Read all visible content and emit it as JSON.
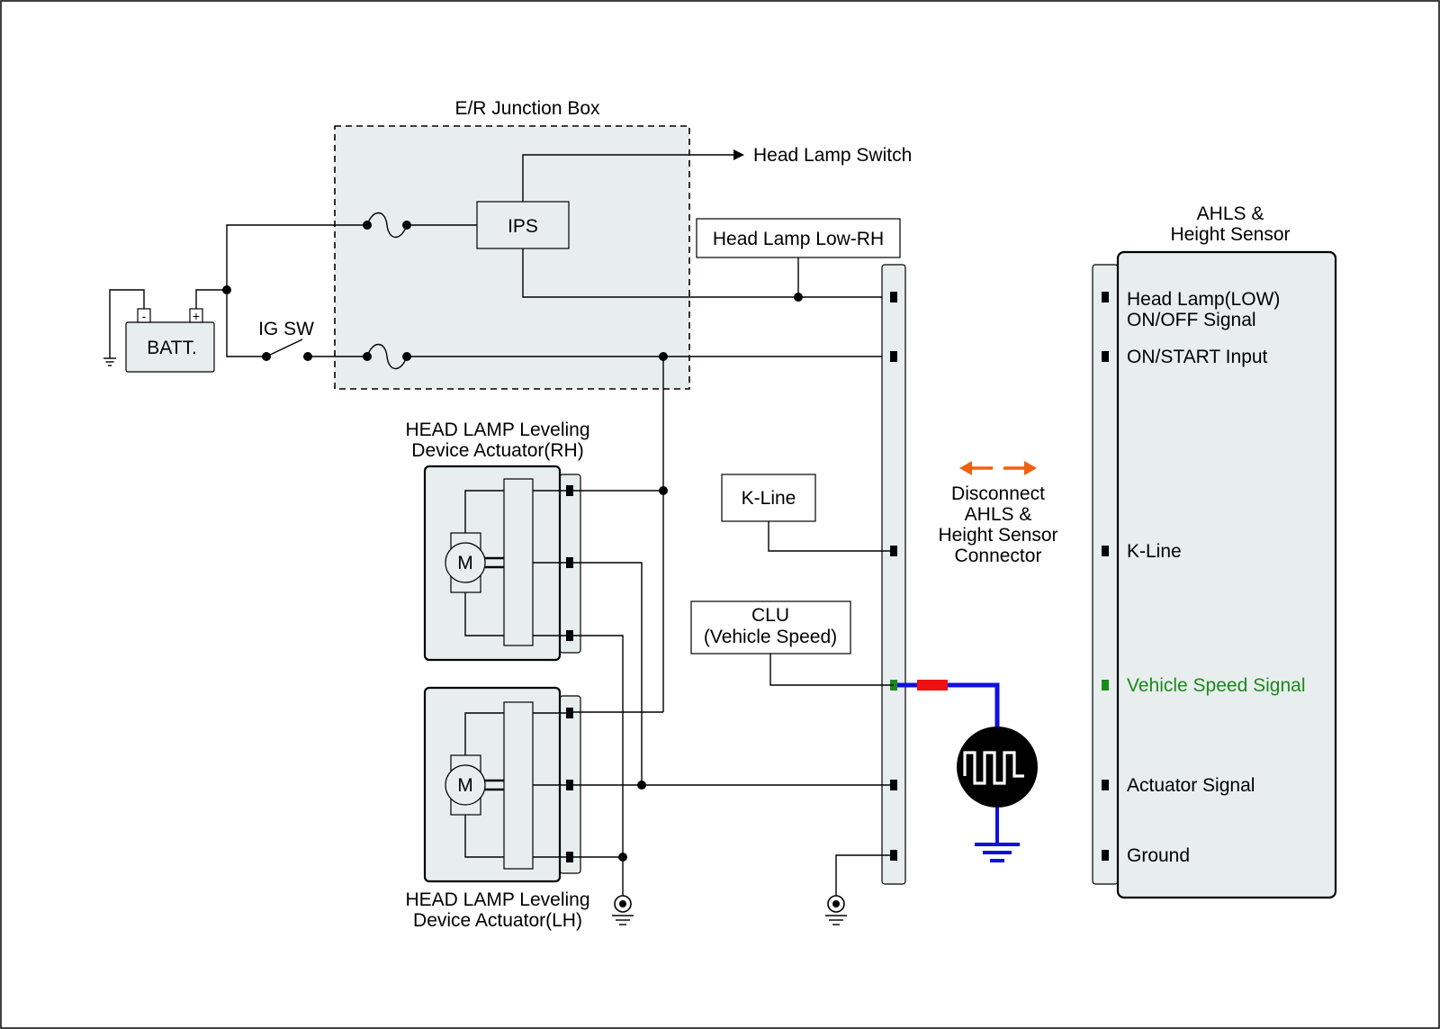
{
  "junction_box": {
    "title": "E/R Junction Box",
    "ips": "IPS"
  },
  "battery": {
    "label": "BATT.",
    "minus": "-",
    "plus": "+"
  },
  "ig_switch": {
    "label": "IG SW"
  },
  "head_lamp_switch": "Head Lamp Switch",
  "head_lamp_low_rh": "Head Lamp Low-RH",
  "k_line_box": "K-Line",
  "clu_box": {
    "line1": "CLU",
    "line2": "(Vehicle Speed)"
  },
  "actuator_rh": {
    "line1": "HEAD LAMP Leveling",
    "line2": "Device Actuator(RH)",
    "motor": "M"
  },
  "actuator_lh": {
    "line1": "HEAD LAMP Leveling",
    "line2": "Device Actuator(LH)",
    "motor": "M"
  },
  "disconnect_note": {
    "lines": [
      "Disconnect",
      "AHLS &",
      "Height Sensor",
      "Connector"
    ]
  },
  "ahls": {
    "title_line1": "AHLS &",
    "title_line2": "Height Sensor",
    "pins": {
      "head_lamp_low_line1": "Head Lamp(LOW)",
      "head_lamp_low_line2": "ON/OFF Signal",
      "on_start": "ON/START Input",
      "k_line": "K-Line",
      "vehicle_speed": "Vehicle Speed Signal",
      "actuator": "Actuator Signal",
      "ground": "Ground"
    }
  },
  "colors": {
    "highlight_green": "#1a8a1a",
    "probe_blue": "#1010e0",
    "probe_red": "#ee1111",
    "arrow_orange": "#f06010",
    "box_fill": "#e8eeee"
  }
}
